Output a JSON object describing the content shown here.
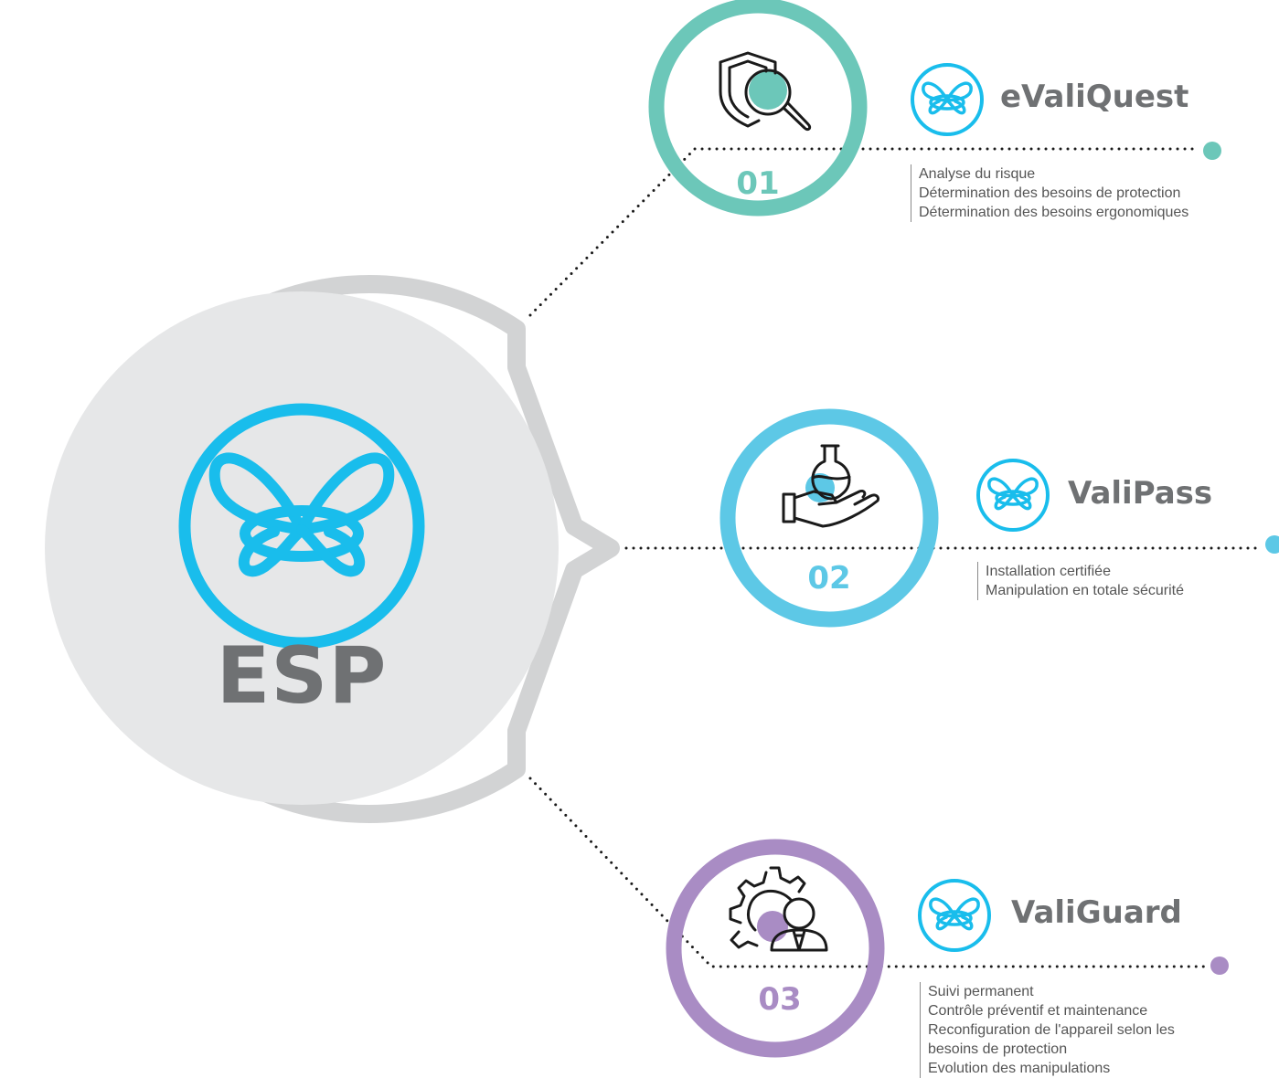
{
  "center": {
    "title": "ESP",
    "logo_icon": "butterfly-icon"
  },
  "colors": {
    "teal": "#6cc7b9",
    "blue": "#5dc8e6",
    "purple": "#a98cc4",
    "logo_blue": "#19bdec",
    "grey_ring": "#d2d3d4",
    "grey_fill": "#e6e7e8",
    "text_grey": "#6f7173"
  },
  "steps": [
    {
      "number": "01",
      "name": "eValiQuest",
      "icon": "shield-search-icon",
      "color": "#6cc7b9",
      "lines": [
        "Analyse du risque",
        "Détermination des besoins de protection",
        "Détermination des besoins ergonomiques"
      ]
    },
    {
      "number": "02",
      "name": "ValiPass",
      "icon": "hand-flask-icon",
      "color": "#5dc8e6",
      "lines": [
        "Installation certifiée",
        "Manipulation en totale sécurité"
      ]
    },
    {
      "number": "03",
      "name": "ValiGuard",
      "icon": "gear-person-icon",
      "color": "#a98cc4",
      "lines": [
        "Suivi permanent",
        "Contrôle préventif et maintenance",
        "Reconfiguration de l'appareil selon les",
        "besoins de protection",
        "Evolution des manipulations"
      ]
    }
  ]
}
